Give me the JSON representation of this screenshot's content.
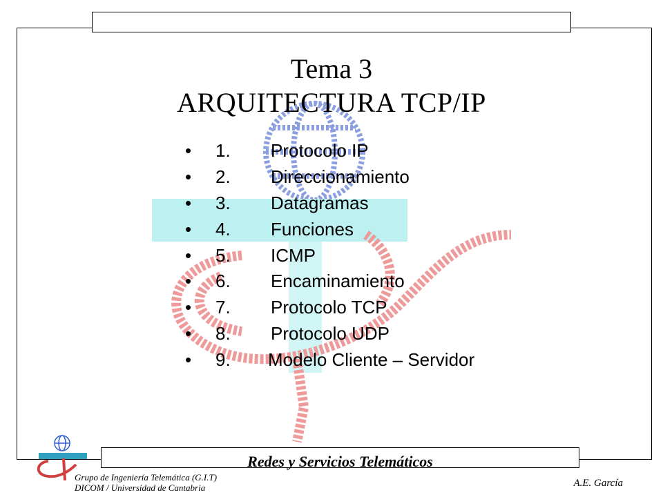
{
  "slide": {
    "title_line1": "Tema 3",
    "title_line2": "ARQUITECTURA TCP/IP",
    "bullet_char": "•",
    "items": [
      {
        "num": "1.",
        "label": "Protocolo IP"
      },
      {
        "num": "2.",
        "label": "Direccionamiento"
      },
      {
        "num": "3.",
        "label": "Datagramas"
      },
      {
        "num": "4.",
        "label": "Funciones"
      },
      {
        "num": "5.",
        "label": "ICMP"
      },
      {
        "num": "6.",
        "label": "Encaminamiento"
      },
      {
        "num": "7.",
        "label": "Protocolo TCP"
      },
      {
        "num": "8.",
        "label": "Protocolo UDP"
      },
      {
        "num": "9.",
        "label": "Modelo Cliente – Servidor"
      }
    ]
  },
  "footer": {
    "course": "Redes y Servicios Telemáticos",
    "group_line1": "Grupo de Ingeniería Telemática (G.I.T)",
    "group_line2": "DICOM / Universidad de Cantabria",
    "author": "A.E. García"
  },
  "colors": {
    "watermark_blue": "#8b9ee0",
    "watermark_red": "#ef9a9a",
    "watermark_cyan": "#bdf1f1",
    "logo_blue": "#2f5fd0",
    "logo_red": "#d04040"
  },
  "icons": {
    "watermark": "git-globe-logo-watermark",
    "logo": "git-globe-logo-icon"
  }
}
